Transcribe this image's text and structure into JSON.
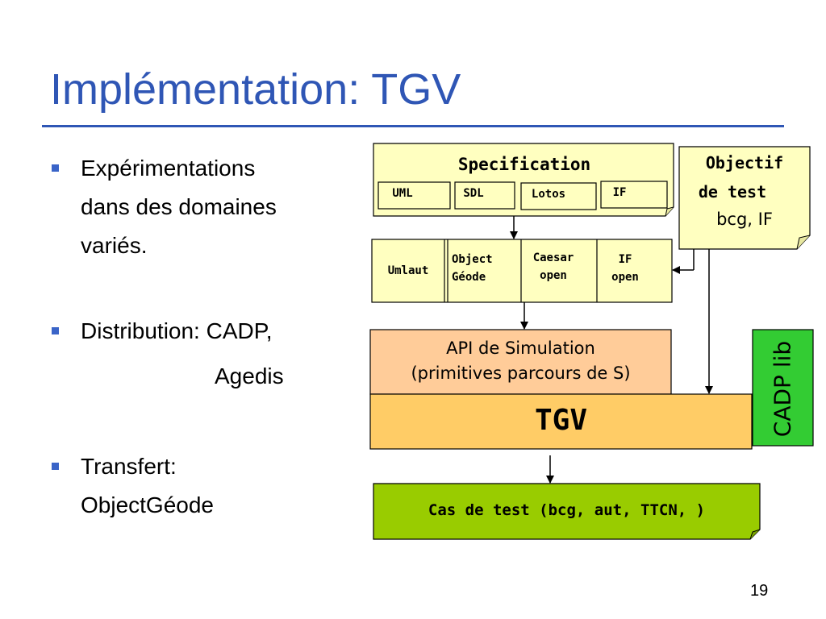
{
  "slide": {
    "title": "Implémentation: TGV",
    "page_number": "19"
  },
  "bullets": [
    {
      "lines": [
        "Expérimentations",
        "dans des domaines",
        "variés."
      ]
    },
    {
      "lines": [
        "Distribution: CADP,",
        "Agedis"
      ]
    },
    {
      "lines": [
        "Transfert:",
        "ObjectGéode"
      ]
    }
  ],
  "diagram": {
    "specification": {
      "title": "Specification",
      "languages": [
        "UML",
        "SDL",
        "Lotos",
        "IF"
      ]
    },
    "compilers": [
      {
        "lines": [
          "Umlaut"
        ]
      },
      {
        "lines": [
          "Object",
          "Géode"
        ]
      },
      {
        "lines": [
          "Caesar",
          "open"
        ]
      },
      {
        "lines": [
          "IF",
          "open"
        ]
      }
    ],
    "test_objective": {
      "lines": [
        "Objectif",
        "de test",
        "bcg, IF"
      ]
    },
    "api": {
      "lines": [
        "API de Simulation",
        "(primitives parcours de S)"
      ]
    },
    "tgv": {
      "label": "TGV"
    },
    "cadp_lib": {
      "label": "CADP lib"
    },
    "output": {
      "label": "Cas de test (bcg, aut, TTCN, )"
    }
  },
  "colors": {
    "title": "#2f56b5",
    "bullet_marker": "#3a64c8",
    "note_fill": "#ffffc0",
    "api_fill": "#ffcc99",
    "tgv_fill": "#ffcc66",
    "cadp_fill": "#33cc33",
    "output_fill": "#99cc00"
  }
}
